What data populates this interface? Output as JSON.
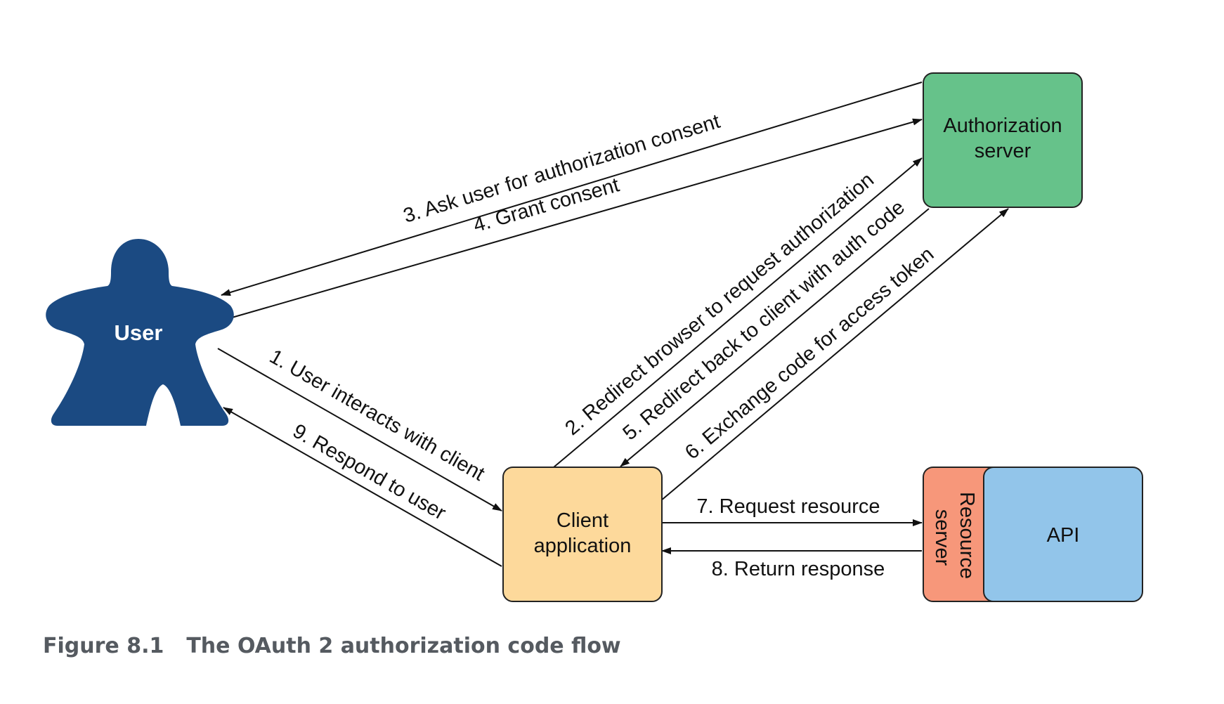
{
  "colors": {
    "user": "#1b4a82",
    "authorization_server": "#66c28a",
    "client_application": "#fdd99b",
    "resource_server": "#f7977a",
    "api": "#92c5ea"
  },
  "nodes": {
    "user": "User",
    "authorization_server": [
      "Authorization",
      "server"
    ],
    "client_application": [
      "Client",
      "application"
    ],
    "resource_server": [
      "Resource",
      "server"
    ],
    "api": "API"
  },
  "edges": {
    "e1": "1. User interacts with client",
    "e2": "2. Redirect browser to request authorization",
    "e3": "3. Ask user for authorization consent",
    "e4": "4. Grant consent",
    "e5": "5. Redirect back to client with auth code",
    "e6": "6. Exchange code for access token",
    "e7": "7. Request resource",
    "e8": "8. Return response",
    "e9": "9. Respond to user"
  },
  "caption": {
    "number": "Figure 8.1",
    "title": "The OAuth 2 authorization code flow"
  }
}
